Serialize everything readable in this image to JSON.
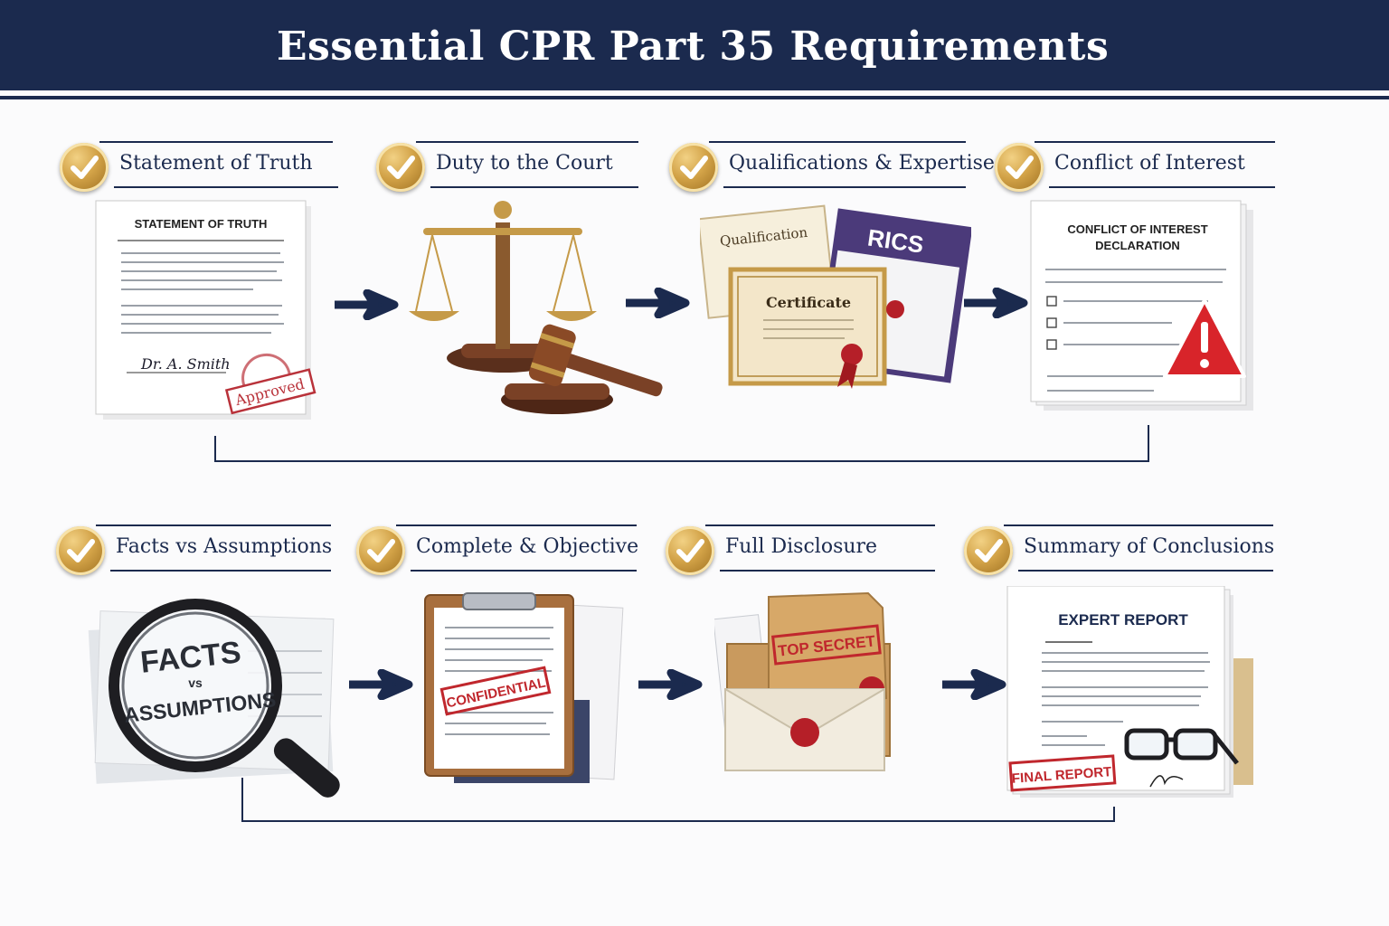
{
  "title": "Essential CPR Part 35 Requirements",
  "steps": [
    {
      "label": "Statement of Truth"
    },
    {
      "label": "Duty to the Court"
    },
    {
      "label": "Qualifications & Expertise"
    },
    {
      "label": "Conflict of Interest"
    },
    {
      "label": "Facts vs Assumptions"
    },
    {
      "label": "Complete & Objective"
    },
    {
      "label": "Full Disclosure"
    },
    {
      "label": "Summary of Conclusions"
    }
  ],
  "illustrations": {
    "statement": {
      "heading": "STATEMENT OF TRUTH",
      "signature": "Dr. A. Smith",
      "stamp": "Approved"
    },
    "qualifications": {
      "cert1": "Qualification",
      "cert2": "Certificate",
      "logo": "RICS"
    },
    "conflict": {
      "heading1": "CONFLICT OF INTEREST",
      "heading2": "DECLARATION"
    },
    "facts": {
      "line1": "FACTS",
      "line2": "vs",
      "line3": "ASSUMPTIONS"
    },
    "complete": {
      "stamp": "CONFIDENTIAL"
    },
    "disclosure": {
      "stamp": "TOP SECRET"
    },
    "summary": {
      "heading": "EXPERT REPORT",
      "stamp": "FINAL REPORT"
    }
  },
  "colors": {
    "navy": "#1b2a4e",
    "gold": "#c9993d",
    "red": "#c0272d"
  }
}
